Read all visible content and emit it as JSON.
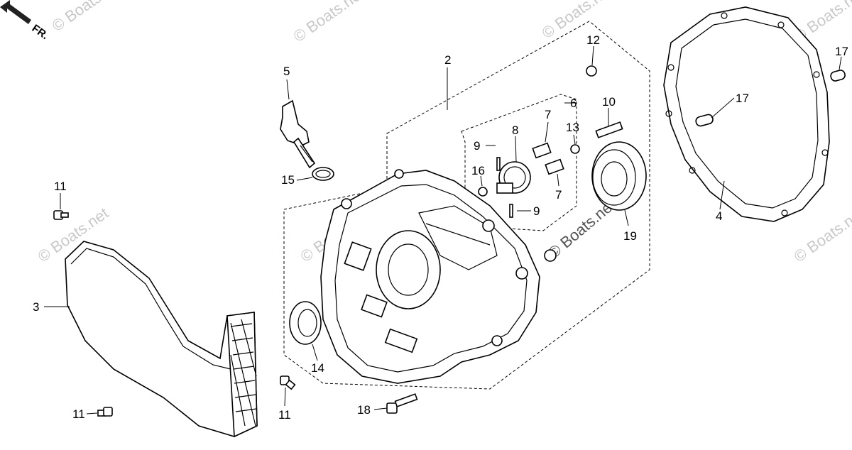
{
  "direction_label": "FR.",
  "watermark": "© Boats.net",
  "callouts": [
    {
      "id": "c1",
      "text": "2"
    },
    {
      "id": "c2",
      "text": "5"
    },
    {
      "id": "c3",
      "text": "12"
    },
    {
      "id": "c4",
      "text": "6"
    },
    {
      "id": "c5",
      "text": "7"
    },
    {
      "id": "c6",
      "text": "8"
    },
    {
      "id": "c7",
      "text": "9"
    },
    {
      "id": "c8",
      "text": "10"
    },
    {
      "id": "c9",
      "text": "13"
    },
    {
      "id": "c10",
      "text": "16"
    },
    {
      "id": "c11",
      "text": "7"
    },
    {
      "id": "c12",
      "text": "9"
    },
    {
      "id": "c13",
      "text": "19"
    },
    {
      "id": "c14",
      "text": "15"
    },
    {
      "id": "c15",
      "text": "11"
    },
    {
      "id": "c16",
      "text": "3"
    },
    {
      "id": "c17",
      "text": "14"
    },
    {
      "id": "c18",
      "text": "11"
    },
    {
      "id": "c19",
      "text": "11"
    },
    {
      "id": "c20",
      "text": "18"
    },
    {
      "id": "c21",
      "text": "4"
    },
    {
      "id": "c22",
      "text": "17"
    },
    {
      "id": "c23",
      "text": "17"
    }
  ]
}
